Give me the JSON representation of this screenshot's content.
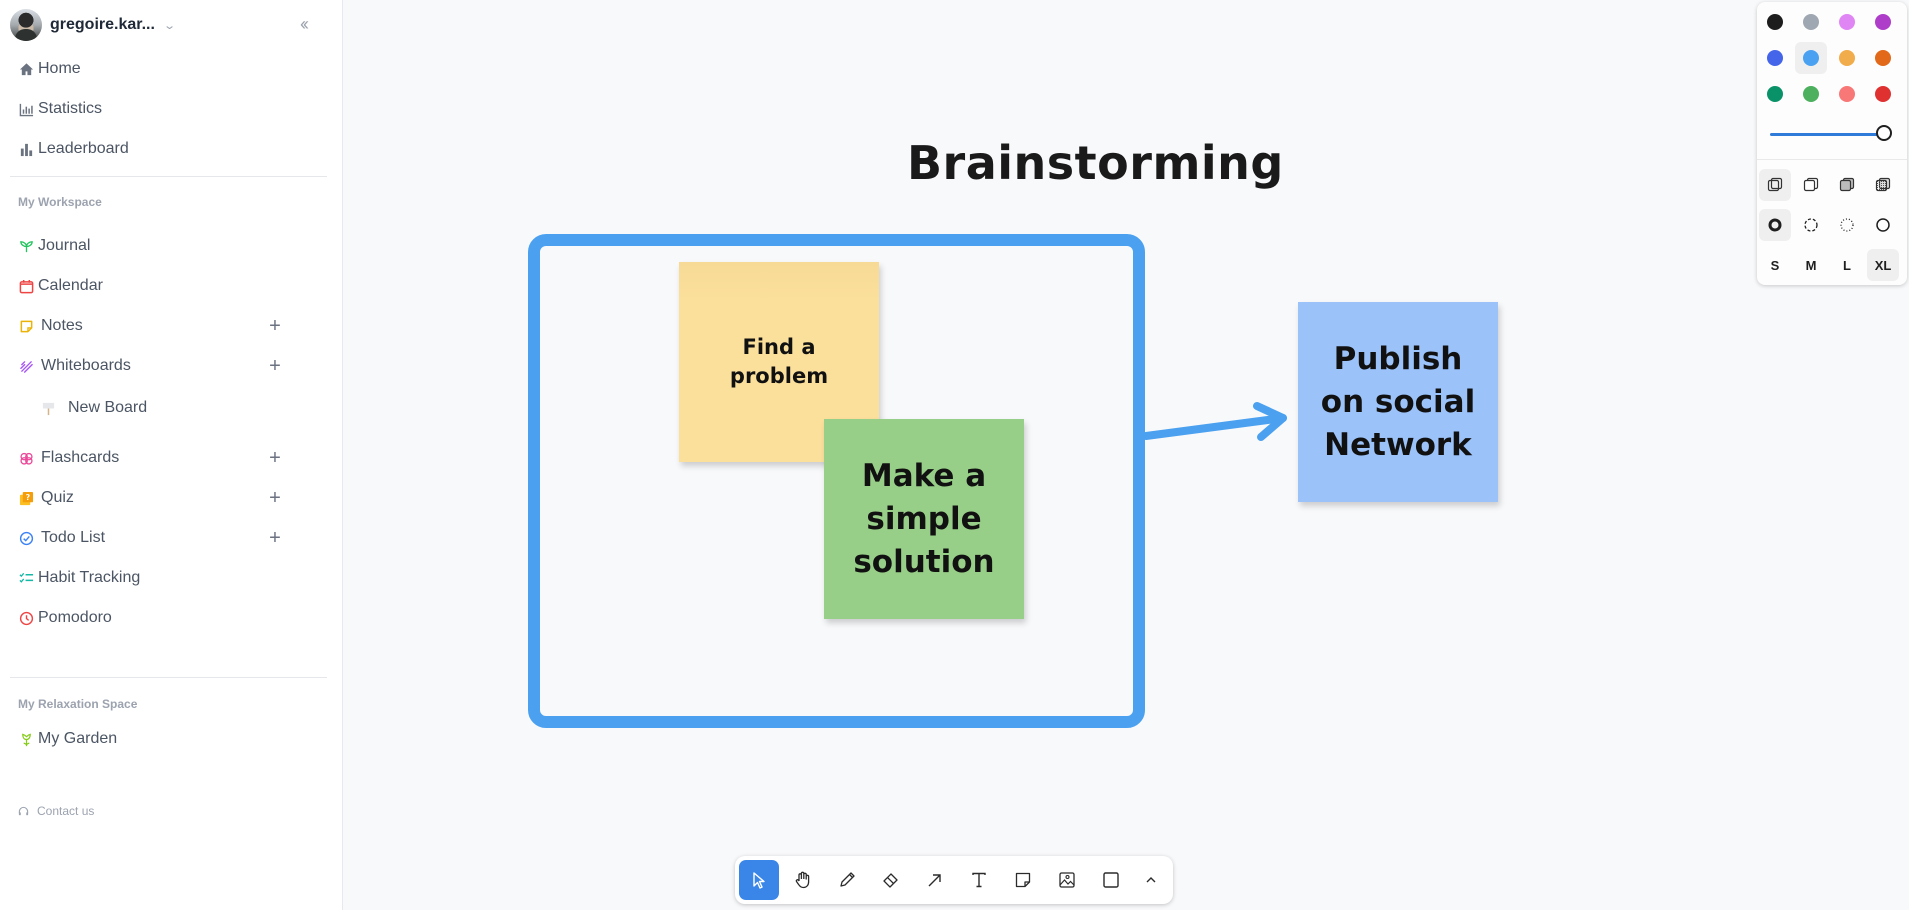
{
  "sidebar": {
    "user": {
      "name": "gregoire.kar...",
      "avatar": "user-photo",
      "chevron_icon": "chevron-down-icon"
    },
    "collapse_icon": "double-chevron-left-icon",
    "top_items": [
      {
        "label": "Home",
        "icon": "home-icon"
      },
      {
        "label": "Statistics",
        "icon": "bar-chart-icon"
      },
      {
        "label": "Leaderboard",
        "icon": "leaderboard-icon"
      }
    ],
    "workspace_label": "My Workspace",
    "workspace_items": [
      {
        "label": "Journal",
        "icon": "sprout-icon",
        "color": "#22c55e"
      },
      {
        "label": "Calendar",
        "icon": "calendar-icon",
        "color": "#ef4444"
      },
      {
        "label": "Notes",
        "icon": "sticky-note-icon",
        "color": "#eab308",
        "add": "+"
      },
      {
        "label": "Whiteboards",
        "icon": "pen-tool-icon",
        "color": "#a855f7",
        "add": "+"
      },
      {
        "label": "New Board",
        "icon": "signpost-icon",
        "sub": true
      },
      {
        "label": "Flashcards",
        "icon": "brain-icon",
        "color": "#ec4899",
        "add": "+"
      },
      {
        "label": "Quiz",
        "icon": "quiz-icon",
        "color": "#f59e0b",
        "add": "+"
      },
      {
        "label": "Todo List",
        "icon": "check-circle-icon",
        "color": "#3b82f6",
        "add": "+"
      },
      {
        "label": "Habit Tracking",
        "icon": "list-checks-icon",
        "color": "#14b8a6"
      },
      {
        "label": "Pomodoro",
        "icon": "clock-icon",
        "color": "#ef4444"
      }
    ],
    "relax_label": "My Relaxation Space",
    "relax_items": [
      {
        "label": "My Garden",
        "icon": "flower-icon",
        "color": "#84cc16"
      }
    ],
    "contact": {
      "label": "Contact us",
      "icon": "headset-icon"
    }
  },
  "board": {
    "title": "Brainstorming",
    "frame_color": "#4ba1f0",
    "arrow_color": "#4ba1f0",
    "notes": [
      {
        "text": "Find a\nproblem",
        "color": "#fbe09c"
      },
      {
        "text": "Make a\nsimple\nsolution",
        "color": "#98cf88"
      },
      {
        "text": "Publish\non social\nNetwork",
        "color": "#9bc2f9"
      }
    ]
  },
  "style_panel": {
    "colors": [
      {
        "name": "black",
        "hex": "#1d1d1d"
      },
      {
        "name": "grey",
        "hex": "#9fa8b2"
      },
      {
        "name": "light-violet",
        "hex": "#e085f4"
      },
      {
        "name": "violet",
        "hex": "#ae3ec9"
      },
      {
        "name": "blue",
        "hex": "#4465e9"
      },
      {
        "name": "light-blue",
        "hex": "#4ba1f1",
        "selected": true
      },
      {
        "name": "yellow",
        "hex": "#f1ac4b"
      },
      {
        "name": "orange",
        "hex": "#e16919"
      },
      {
        "name": "green",
        "hex": "#099268"
      },
      {
        "name": "light-green",
        "hex": "#4cb05e"
      },
      {
        "name": "light-red",
        "hex": "#f87777"
      },
      {
        "name": "red",
        "hex": "#e03131"
      }
    ],
    "opacity": 1.0,
    "fill_options": [
      {
        "name": "fill-none",
        "selected": true
      },
      {
        "name": "fill-semi"
      },
      {
        "name": "fill-solid"
      },
      {
        "name": "fill-pattern"
      }
    ],
    "dash_options": [
      {
        "name": "dash-draw",
        "selected": true
      },
      {
        "name": "dash-dashed"
      },
      {
        "name": "dash-dotted"
      },
      {
        "name": "dash-solid"
      }
    ],
    "sizes": [
      {
        "label": "S"
      },
      {
        "label": "M"
      },
      {
        "label": "L"
      },
      {
        "label": "XL",
        "selected": true
      }
    ]
  },
  "toolbar": {
    "tools": [
      {
        "name": "select",
        "icon": "cursor-icon",
        "active": true
      },
      {
        "name": "hand",
        "icon": "hand-icon"
      },
      {
        "name": "draw",
        "icon": "pencil-icon"
      },
      {
        "name": "eraser",
        "icon": "eraser-icon"
      },
      {
        "name": "arrow",
        "icon": "arrow-icon"
      },
      {
        "name": "text",
        "icon": "text-icon"
      },
      {
        "name": "note",
        "icon": "note-icon"
      },
      {
        "name": "asset",
        "icon": "image-icon"
      },
      {
        "name": "rectangle",
        "icon": "rectangle-icon"
      },
      {
        "name": "more",
        "icon": "chevron-up-icon"
      }
    ]
  }
}
